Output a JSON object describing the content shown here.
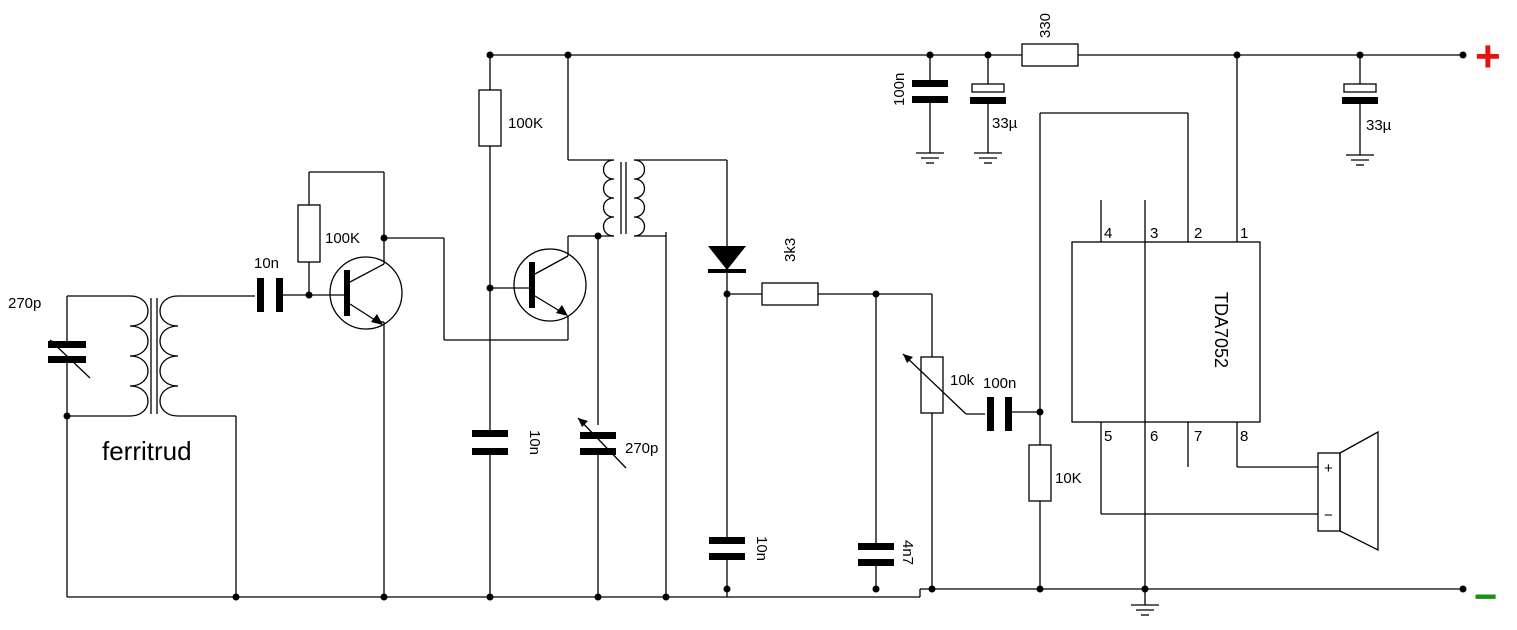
{
  "labels": {
    "c_tune_left": "270p",
    "ferrite": "ferritrud",
    "c_coupling": "10n",
    "r_feedback": "100K",
    "r_bias": "100K",
    "c_bypass": "10n",
    "c_tune_right": "270p",
    "r_detector": "3k3",
    "c_detector": "10n",
    "c_filter": "4n7",
    "pot": "10k",
    "c_audio": "100n",
    "r_load": "10K",
    "r_supply": "330",
    "c_supply_100n": "100n",
    "c_supply_33u_a": "33µ",
    "c_supply_33u_b": "33µ",
    "ic_name": "TDA7052"
  },
  "ic_pins": {
    "top": [
      "4",
      "3",
      "2",
      "1"
    ],
    "bottom": [
      "5",
      "6",
      "7",
      "8"
    ]
  },
  "power": {
    "positive": "+",
    "negative": "−",
    "positive_color": "#e81010",
    "negative_color": "#1a8f1a"
  },
  "speaker": {
    "plus": "+",
    "minus": "−"
  }
}
